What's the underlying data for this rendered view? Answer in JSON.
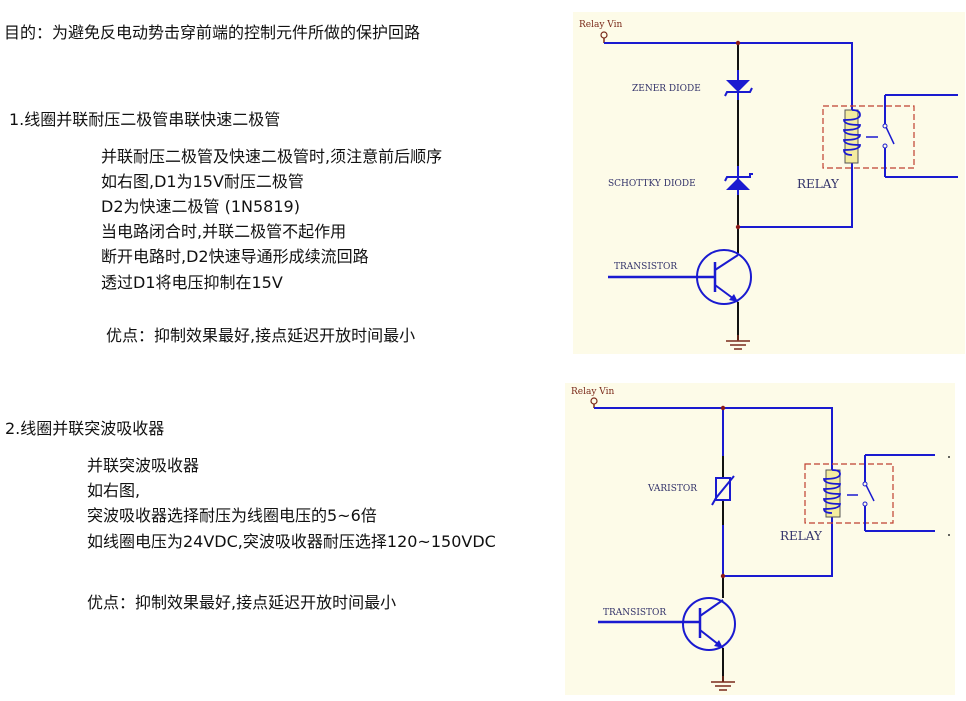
{
  "purpose": "目的：为避免反电动势击穿前端的控制元件所做的保护回路",
  "section1": {
    "heading": "1.线圈并联耐压二极管串联快速二极管",
    "lines": [
      "并联耐压二极管及快速二极管时,须注意前后顺序",
      "如右图,D1为15V耐压二极管",
      "D2为快速二极管 (1N5819)",
      "当电路闭合时,并联二极管不起作用",
      "断开电路时,D2快速导通形成续流回路",
      "透过D1将电压抑制在15V"
    ],
    "advantage": "优点：抑制效果最好,接点延迟开放时间最小",
    "diagram": {
      "vin_label": "Relay Vin",
      "zener_label": "ZENER DIODE",
      "schottky_label": "SCHOTTKY DIODE",
      "relay_label": "RELAY",
      "transistor_label": "TRANSISTOR"
    }
  },
  "section2": {
    "heading": "2.线圈并联突波吸收器",
    "lines": [
      "并联突波吸收器",
      "如右图,",
      "突波吸收器选择耐压为线圈电压的5~6倍",
      "如线圈电压为24VDC,突波吸收器耐压选择120~150VDC"
    ],
    "advantage": "优点：抑制效果最好,接点延迟开放时间最小",
    "diagram": {
      "vin_label": "Relay Vin",
      "varistor_label": "VARISTOR",
      "relay_label": "RELAY",
      "transistor_label": "TRANSISTOR"
    }
  },
  "colors": {
    "wire": "#1a1ad0",
    "label": "#33336a",
    "vin": "#7a2a1a",
    "coil": "#f3eca0",
    "box": "#c04030",
    "bg": "#fdfbe8"
  }
}
